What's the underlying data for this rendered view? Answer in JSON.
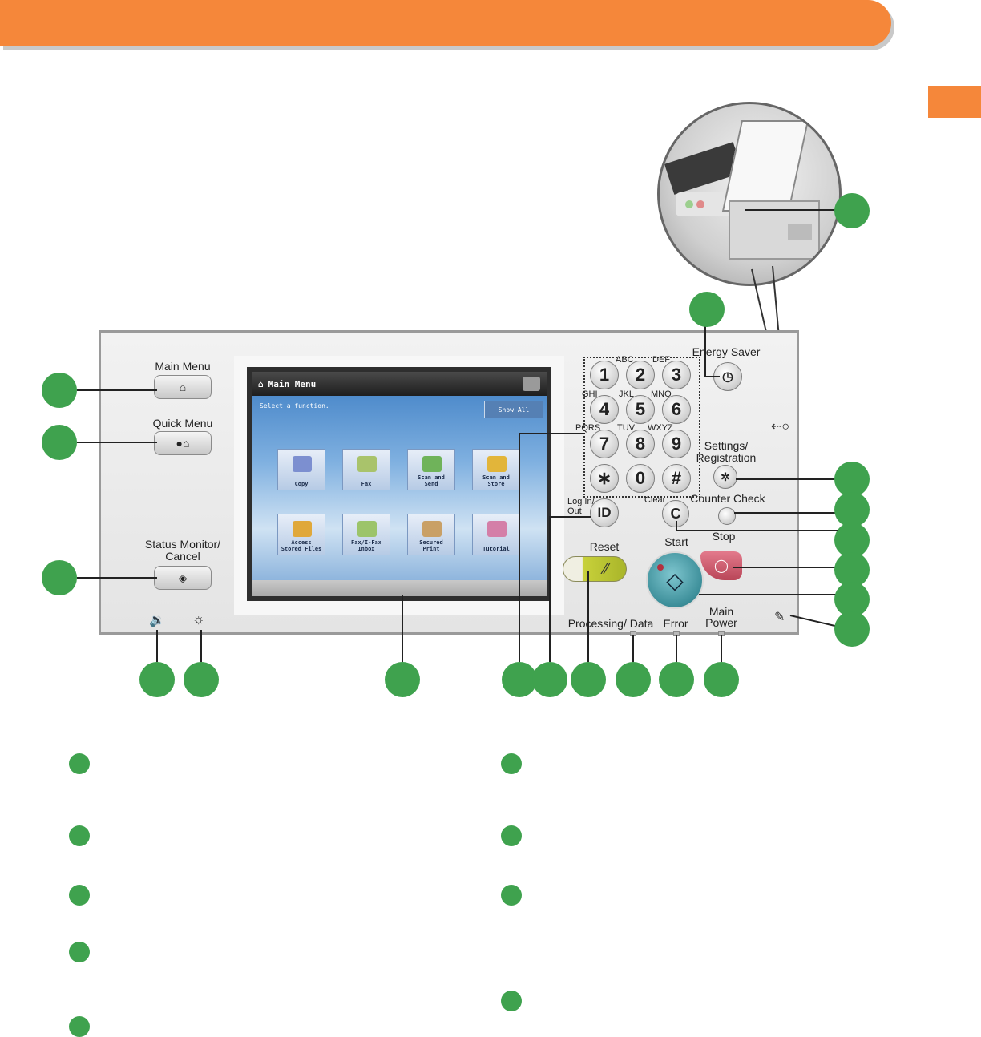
{
  "panel": {
    "main_menu_label": "Main Menu",
    "quick_menu_label": "Quick Menu",
    "status_monitor_label": "Status Monitor/\nCancel",
    "energy_saver_label": "Energy Saver",
    "settings_label": "Settings/\nRegistration",
    "counter_check_label": "Counter Check",
    "clear_label": "Clear",
    "login_label": "Log In/\nOut",
    "reset_label": "Reset",
    "start_label": "Start",
    "stop_label": "Stop",
    "processing_label": "Processing/ Data",
    "error_label": "Error",
    "main_power_label": "Main\nPower",
    "id_key": "ID",
    "clear_key": "C"
  },
  "keypad": {
    "keys": [
      "1",
      "2",
      "3",
      "4",
      "5",
      "6",
      "7",
      "8",
      "9",
      "∗",
      "0",
      "#"
    ],
    "letters": [
      "ABC",
      "DEF",
      "GHI",
      "JKL",
      "MNO",
      "PQRS",
      "TUV",
      "WXYZ"
    ]
  },
  "screen": {
    "title": "Main Menu",
    "subtitle": "Select a function.",
    "show_all": "Show All",
    "tiles": [
      {
        "label": "Copy",
        "color": "#7c8fd0"
      },
      {
        "label": "Fax",
        "color": "#a9c36b"
      },
      {
        "label": "Scan and\nSend",
        "color": "#6fb35a"
      },
      {
        "label": "Scan and\nStore",
        "color": "#e2b53a"
      },
      {
        "label": "Access\nStored Files",
        "color": "#e0a83a"
      },
      {
        "label": "Fax/I-Fax\nInbox",
        "color": "#9cc46a"
      },
      {
        "label": "Secured\nPrint",
        "color": "#c9a066"
      },
      {
        "label": "Tutorial",
        "color": "#d47fa8"
      }
    ]
  },
  "colors": {
    "accent": "#f5873a",
    "callout": "#3fa24e"
  }
}
